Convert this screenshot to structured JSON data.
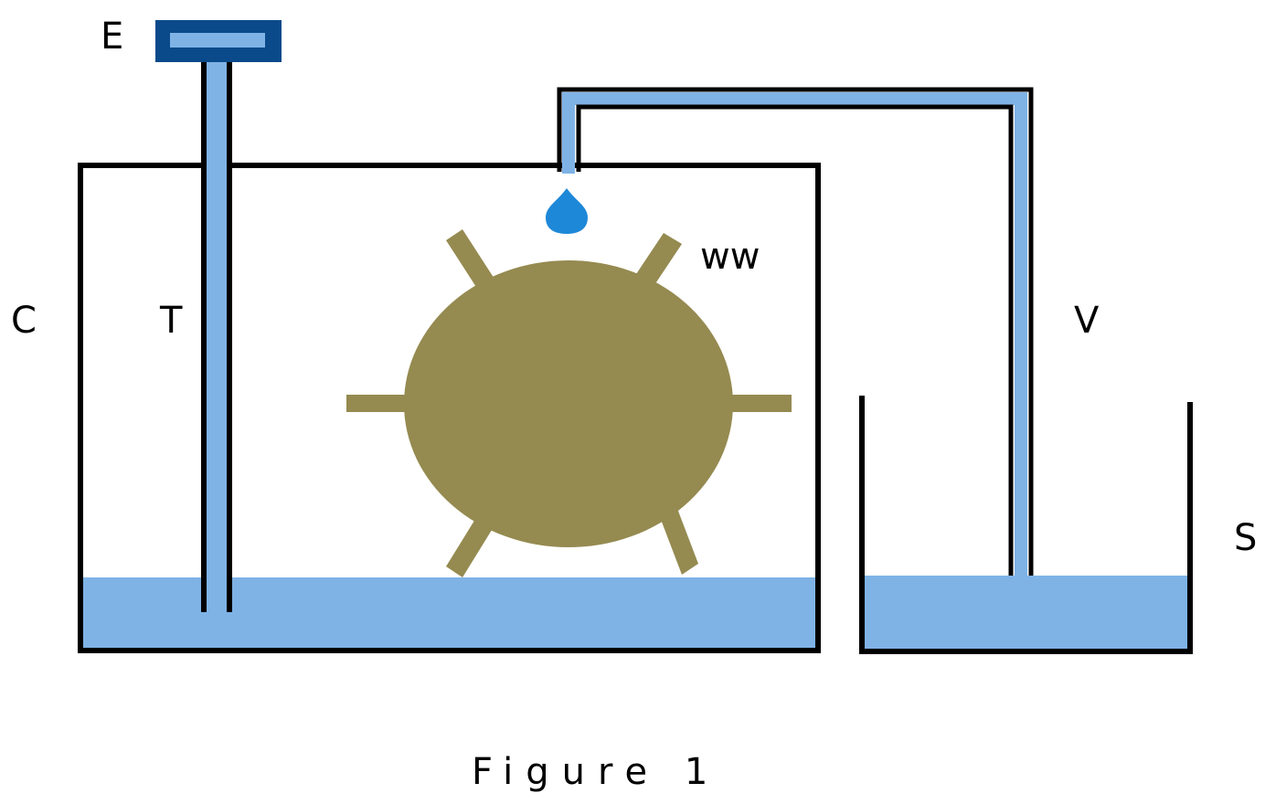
{
  "labels": {
    "e": "E",
    "c": "C",
    "t": "T",
    "ww": "ww",
    "v": "V",
    "s": "S"
  },
  "caption": "Figure 1",
  "colors": {
    "water": "#7fb3e6",
    "outline": "#000000",
    "wheel": "#958a50",
    "drop": "#1e88d8",
    "device_frame": "#0a4a8a"
  }
}
